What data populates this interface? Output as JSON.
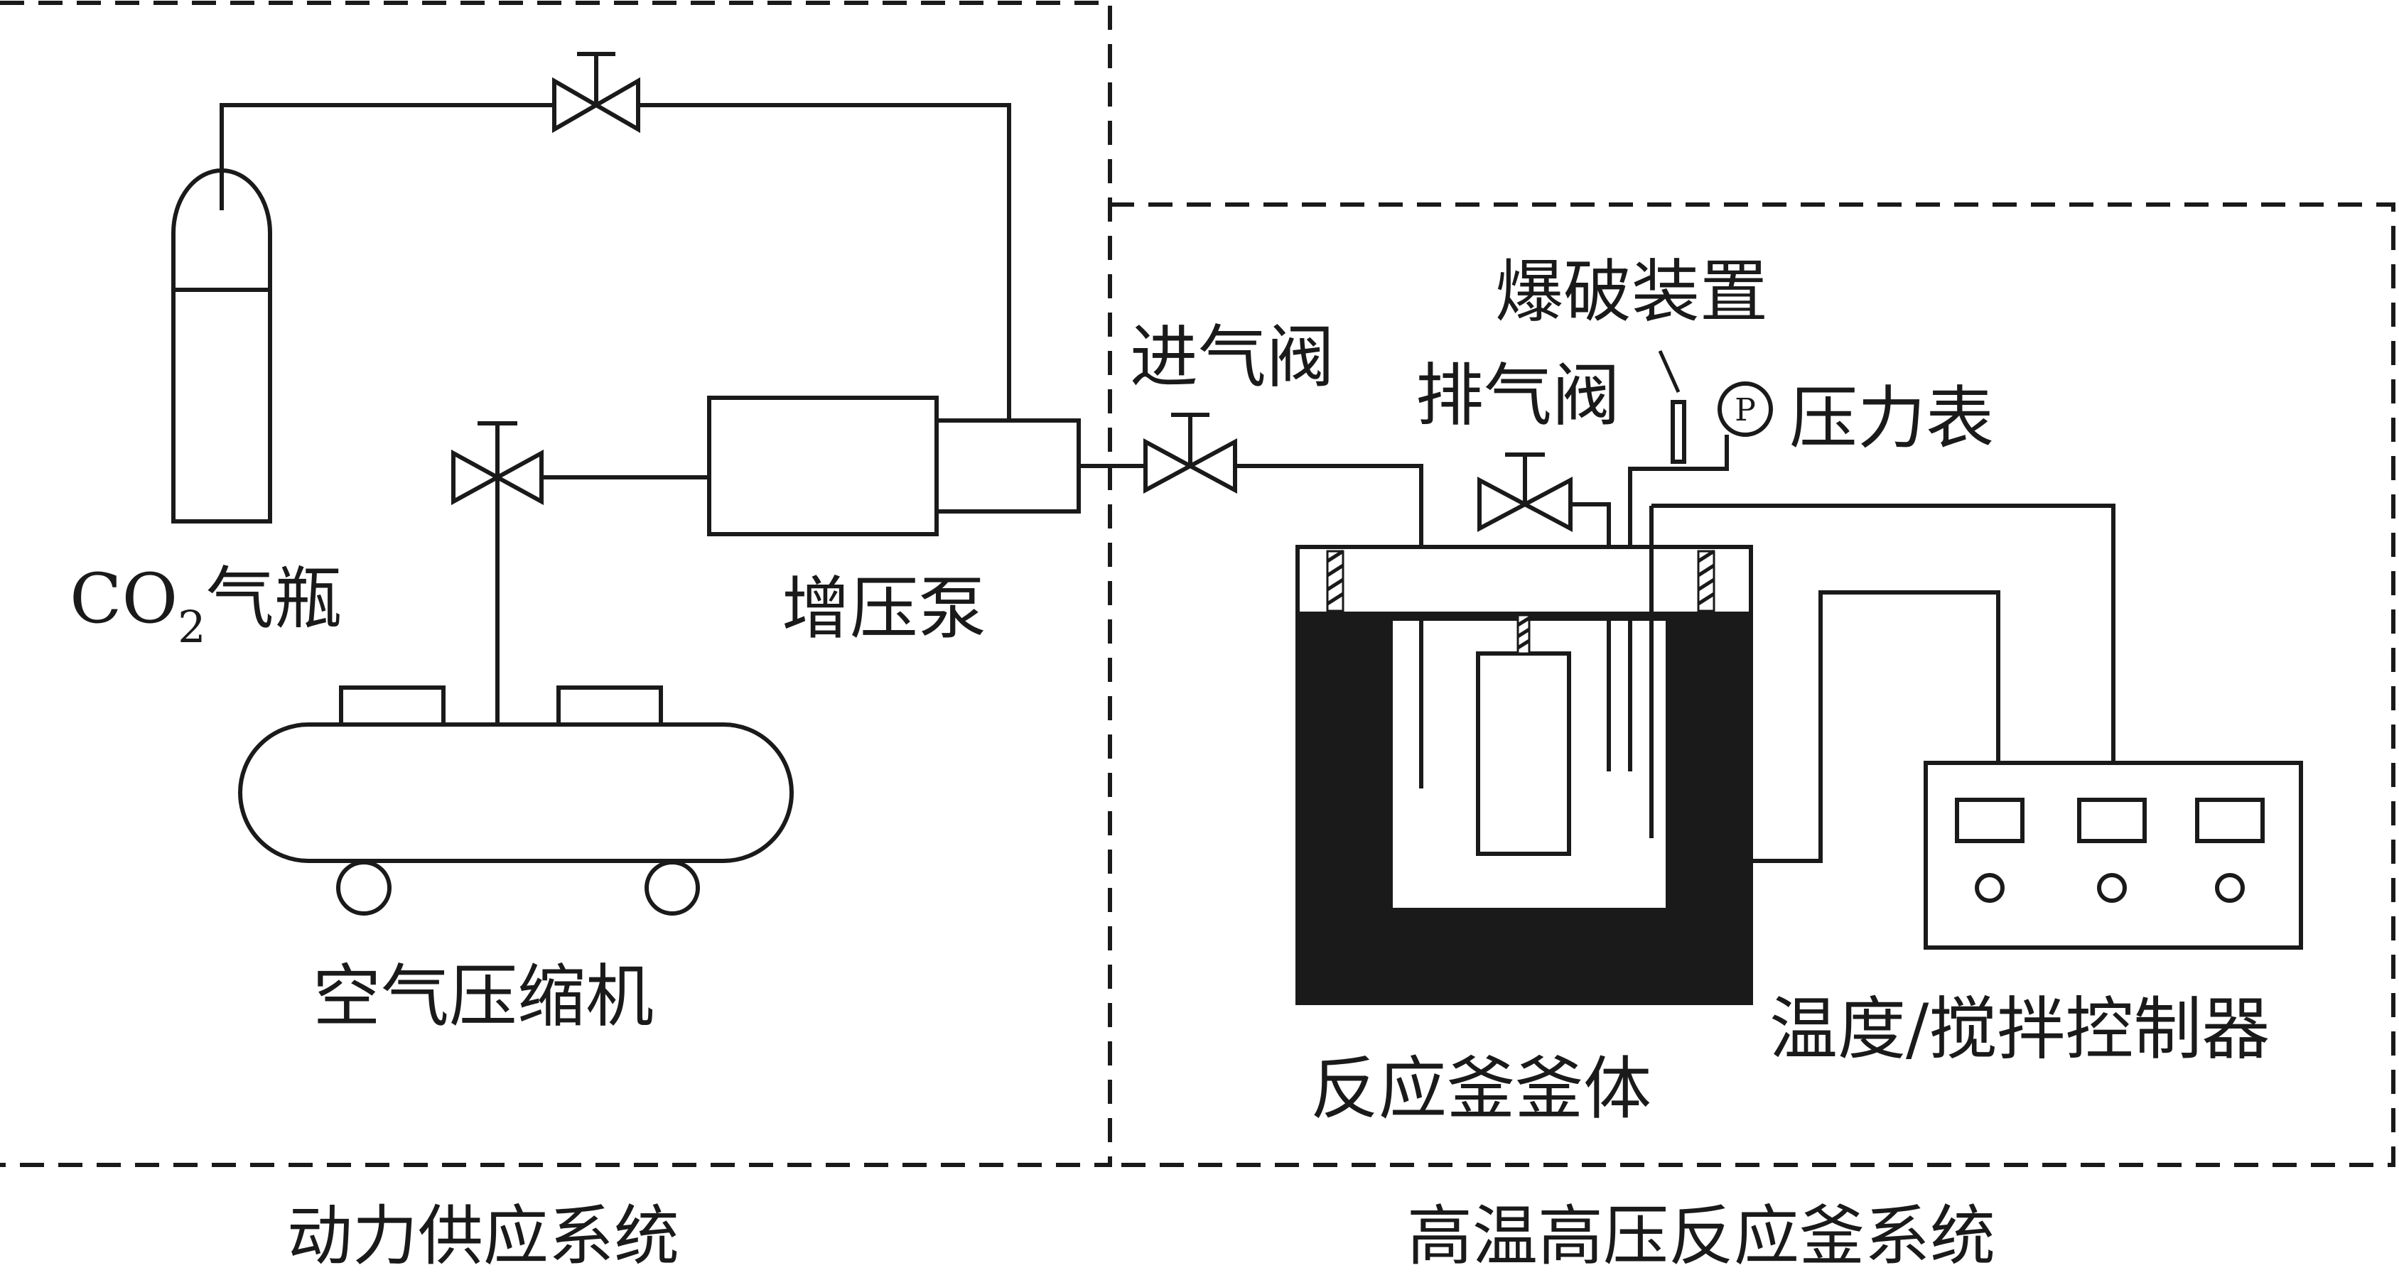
{
  "labels": {
    "co2_prefix": "CO",
    "co2_sub": "2",
    "co2_suffix": "气瓶",
    "booster_pump": "增压泵",
    "air_compressor": "空气压缩机",
    "intake_valve": "进气阀",
    "exhaust_valve": "排气阀",
    "rupture_device": "爆破装置",
    "pressure_gauge": "压力表",
    "gauge_symbol": "P",
    "reactor_body": "反应釜釜体",
    "controller": "温度/搅拌控制器"
  },
  "systems": {
    "power_supply": "动力供应系统",
    "reactor_system": "高温高压反应釜系统"
  }
}
